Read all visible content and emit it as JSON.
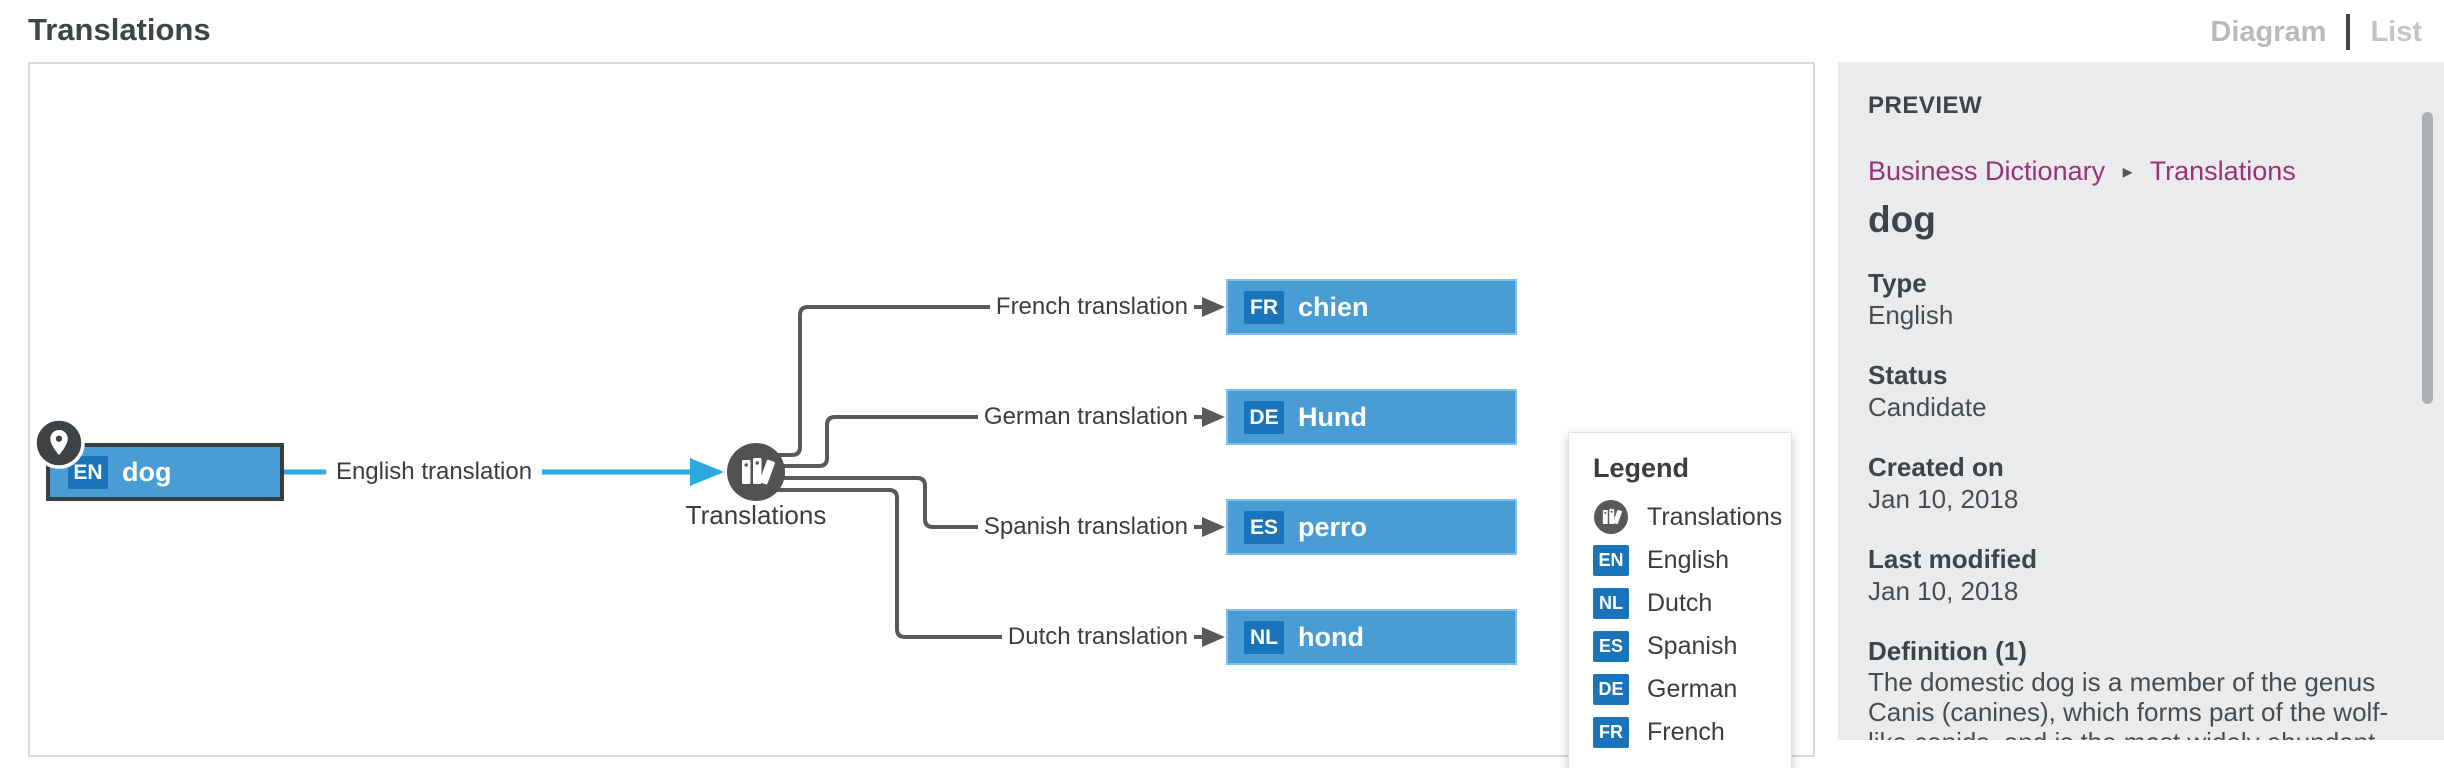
{
  "header": {
    "title": "Translations",
    "view_tabs": [
      {
        "label": "Diagram"
      },
      {
        "label": "List"
      }
    ]
  },
  "diagram": {
    "source_node": {
      "badge": "EN",
      "label": "dog"
    },
    "source_edge_label": "English translation",
    "hub": {
      "label": "Translations"
    },
    "branches": [
      {
        "edge_label": "French translation",
        "badge": "FR",
        "label": "chien"
      },
      {
        "edge_label": "German translation",
        "badge": "DE",
        "label": "Hund"
      },
      {
        "edge_label": "Spanish translation",
        "badge": "ES",
        "label": "perro"
      },
      {
        "edge_label": "Dutch translation",
        "badge": "NL",
        "label": "hond"
      }
    ],
    "legend": {
      "title": "Legend",
      "items": [
        {
          "icon": "books-icon",
          "label": "Translations"
        },
        {
          "badge": "EN",
          "label": "English"
        },
        {
          "badge": "NL",
          "label": "Dutch"
        },
        {
          "badge": "ES",
          "label": "Spanish"
        },
        {
          "badge": "DE",
          "label": "German"
        },
        {
          "badge": "FR",
          "label": "French"
        }
      ]
    }
  },
  "preview": {
    "title": "PREVIEW",
    "breadcrumb": {
      "parent": "Business Dictionary",
      "separator": "▸",
      "current": "Translations"
    },
    "asset_name": "dog",
    "fields": [
      {
        "label": "Type",
        "value": "English"
      },
      {
        "label": "Status",
        "value": "Candidate"
      },
      {
        "label": "Created on",
        "value": "Jan 10, 2018"
      },
      {
        "label": "Last modified",
        "value": "Jan 10, 2018"
      },
      {
        "label": "Definition (1)",
        "value": "The domestic dog is a member of the genus Canis (canines), which forms part of the wolf-like canids, and is the most widely abundant"
      }
    ]
  },
  "colors": {
    "node_fill_blue": "#4a9cd4",
    "badge_blue": "#1a74bb",
    "edge_highlight_blue": "#29abe2",
    "connector_gray": "#595959",
    "breadcrumb_link_pink": "#9c3179",
    "sidebar_background": "#e9ebed"
  }
}
